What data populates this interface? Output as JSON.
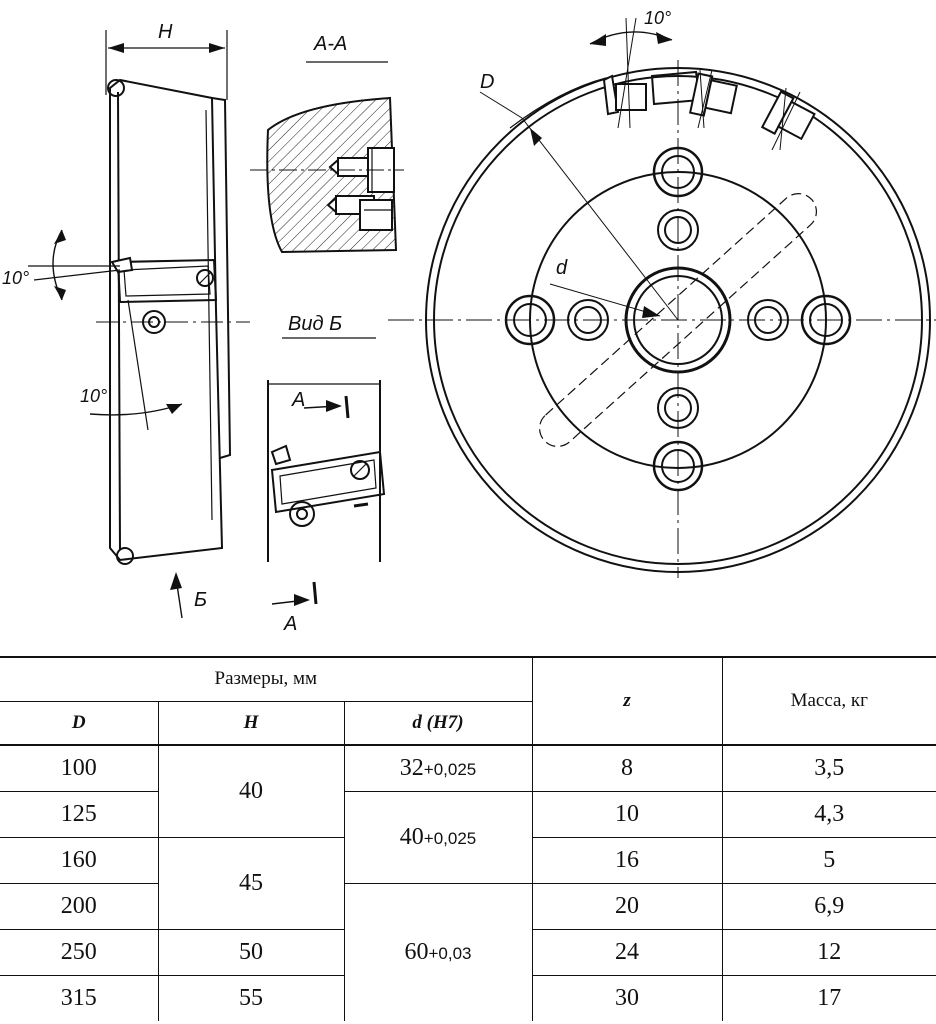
{
  "drawing": {
    "labels": {
      "H": "H",
      "section_AA": "А-А",
      "D": "D",
      "d": "d",
      "angle_top": "10°",
      "angle_left": "10°",
      "angle_bottom": "10°",
      "view_B": "Вид Б",
      "arrow_B": "Б",
      "arrow_A_top": "A",
      "arrow_A_bottom": "A"
    }
  },
  "table": {
    "group_header": "Размеры, мм",
    "col_D": "D",
    "col_H": "H",
    "col_d_main": "d",
    "col_d_fit": "(H7)",
    "col_z": "z",
    "col_mass": "Масса, кг",
    "rows": [
      {
        "D": "100",
        "z": "8",
        "mass": "3,5"
      },
      {
        "D": "125",
        "z": "10",
        "mass": "4,3"
      },
      {
        "D": "160",
        "z": "16",
        "mass": "5"
      },
      {
        "D": "200",
        "z": "20",
        "mass": "6,9"
      },
      {
        "D": "250",
        "z": "24",
        "mass": "12"
      },
      {
        "D": "315",
        "z": "30",
        "mass": "17"
      }
    ],
    "H_groups": [
      "40",
      "45",
      "50",
      "55"
    ],
    "d_groups": [
      {
        "base": "32",
        "tol": "+0,025"
      },
      {
        "base": "40",
        "tol": "+0,025"
      },
      {
        "base": "60",
        "tol": "+0,03"
      }
    ]
  }
}
